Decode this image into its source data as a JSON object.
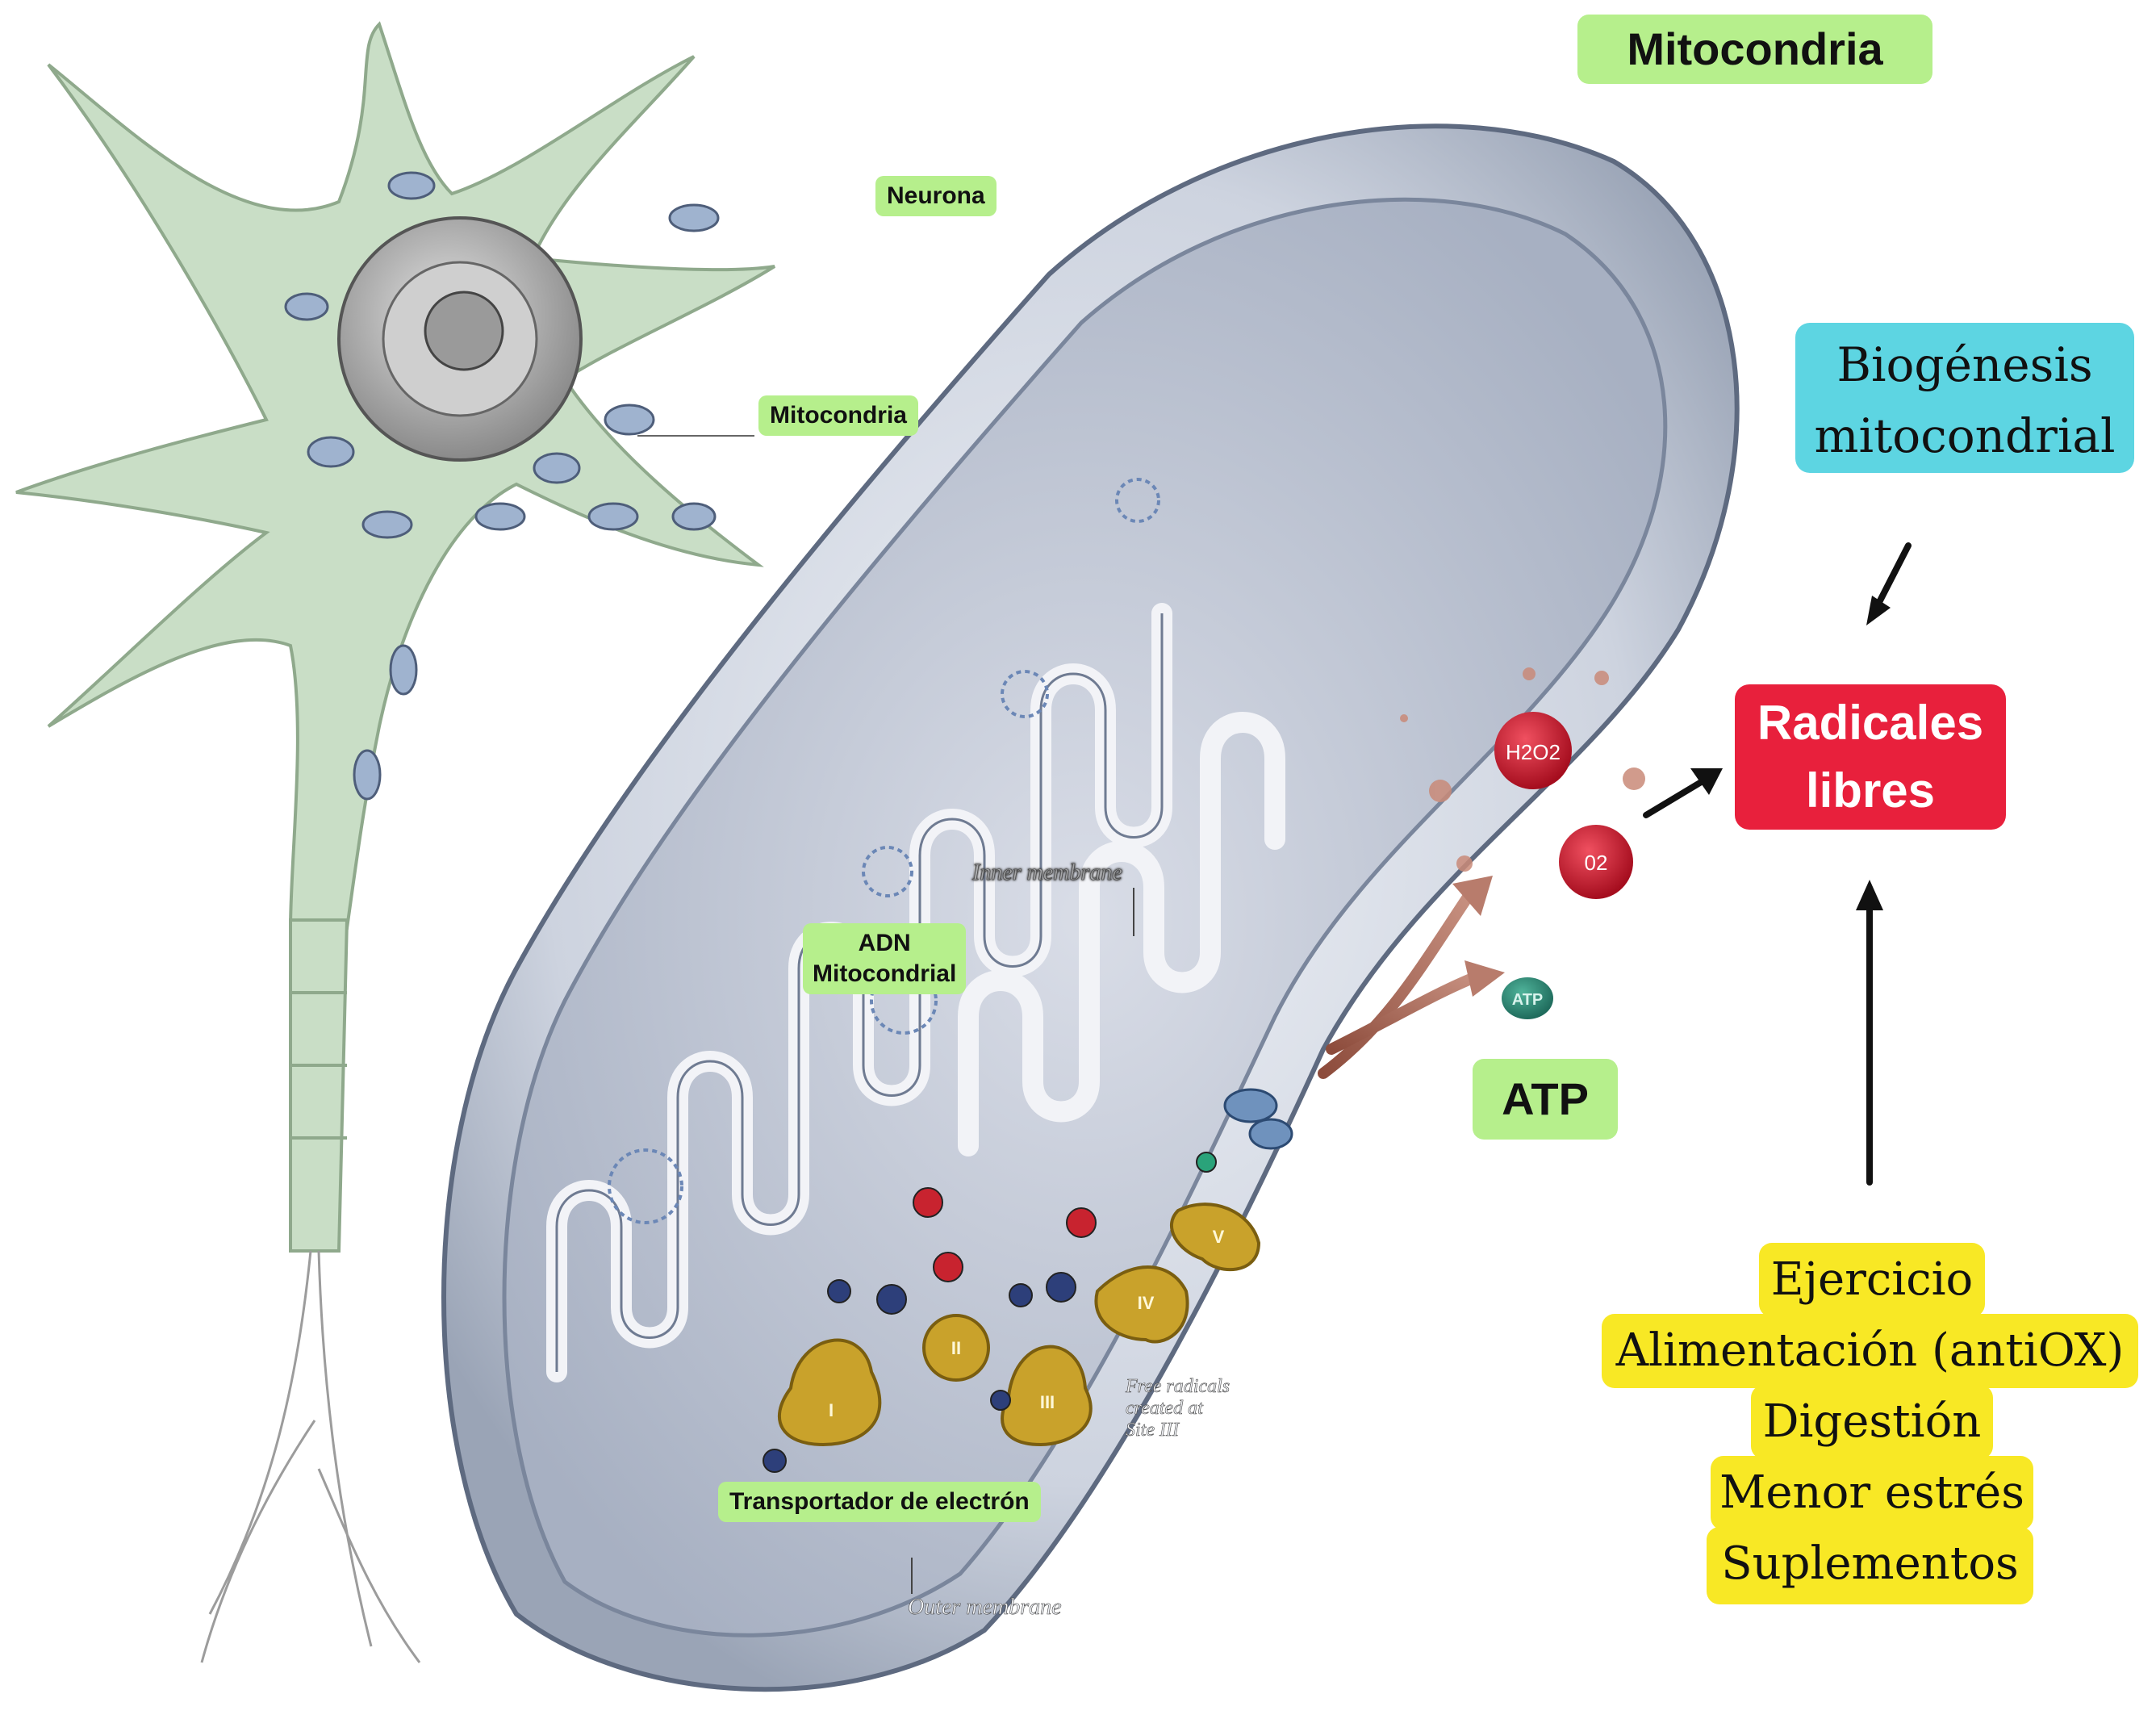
{
  "title": "Mitocondria",
  "labels": {
    "neurona": "Neurona",
    "mitocondria_small": "Mitocondria",
    "adn_line1": "ADN",
    "adn_line2": "Mitocondrial",
    "transportador": "Transportador de electrón",
    "atp": "ATP",
    "inner_membrane": "Inner membrane",
    "outer_membrane": "Outer membrane",
    "free_radicals": [
      "Free radicals",
      "created at",
      "Site III"
    ]
  },
  "biogenesis": {
    "line1": "Biogénesis",
    "line2": "mitocondrial"
  },
  "radicales": {
    "line1": "Radicales",
    "line2": "libres"
  },
  "molecules": {
    "h2o2": "H2O2",
    "o2": "02",
    "atp": "ATP"
  },
  "complexes": [
    "I",
    "II",
    "III",
    "IV",
    "V"
  ],
  "factors": [
    "Ejercicio",
    "Alimentación (antiOX)",
    "Digestión",
    "Menor estrés",
    "Suplementos"
  ],
  "colors": {
    "title_bg": "#b6ef8c",
    "biogenesis_bg": "#5dd5e2",
    "radicales_bg": "#e8203c",
    "factors_bg": "#f8e825",
    "neuron": "#c7dcc5",
    "mitochondrion": "#d6dbe6",
    "complex": "#c9a22b"
  }
}
